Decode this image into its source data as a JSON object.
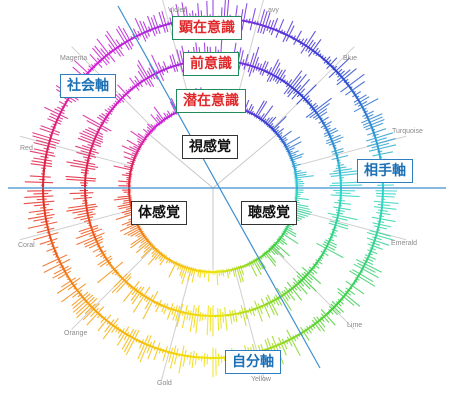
{
  "color_labels": {
    "violet": "Violet",
    "navy": "avy",
    "blue": "Blue",
    "turquoise": "Turquoise",
    "emerald": "Emerald",
    "lime": "Lime",
    "yellow": "Yellow",
    "gold": "Gold",
    "orange": "Orange",
    "coral": "Coral",
    "red": "Red",
    "magenta": "Magenta"
  },
  "layers": {
    "manifest": "顕在意識",
    "preconscious": "前意識",
    "latent": "潜在意識"
  },
  "axes": {
    "social": "社会軸",
    "partner": "相手軸",
    "self": "自分軸"
  },
  "senses": {
    "visual": "視感覚",
    "bodily": "体感覚",
    "auditory": "聴感覚"
  },
  "palette": {
    "violet": "#8a2be2",
    "blue": "#2f3fd0",
    "turquoise": "#30d4d0",
    "green": "#3fcf3a",
    "yellow": "#f2e40a",
    "orange": "#f7a20f",
    "red": "#e3222a",
    "magenta": "#d21fd0",
    "layer_text": "#e0282a",
    "axis_text": "#1b6fb5"
  }
}
